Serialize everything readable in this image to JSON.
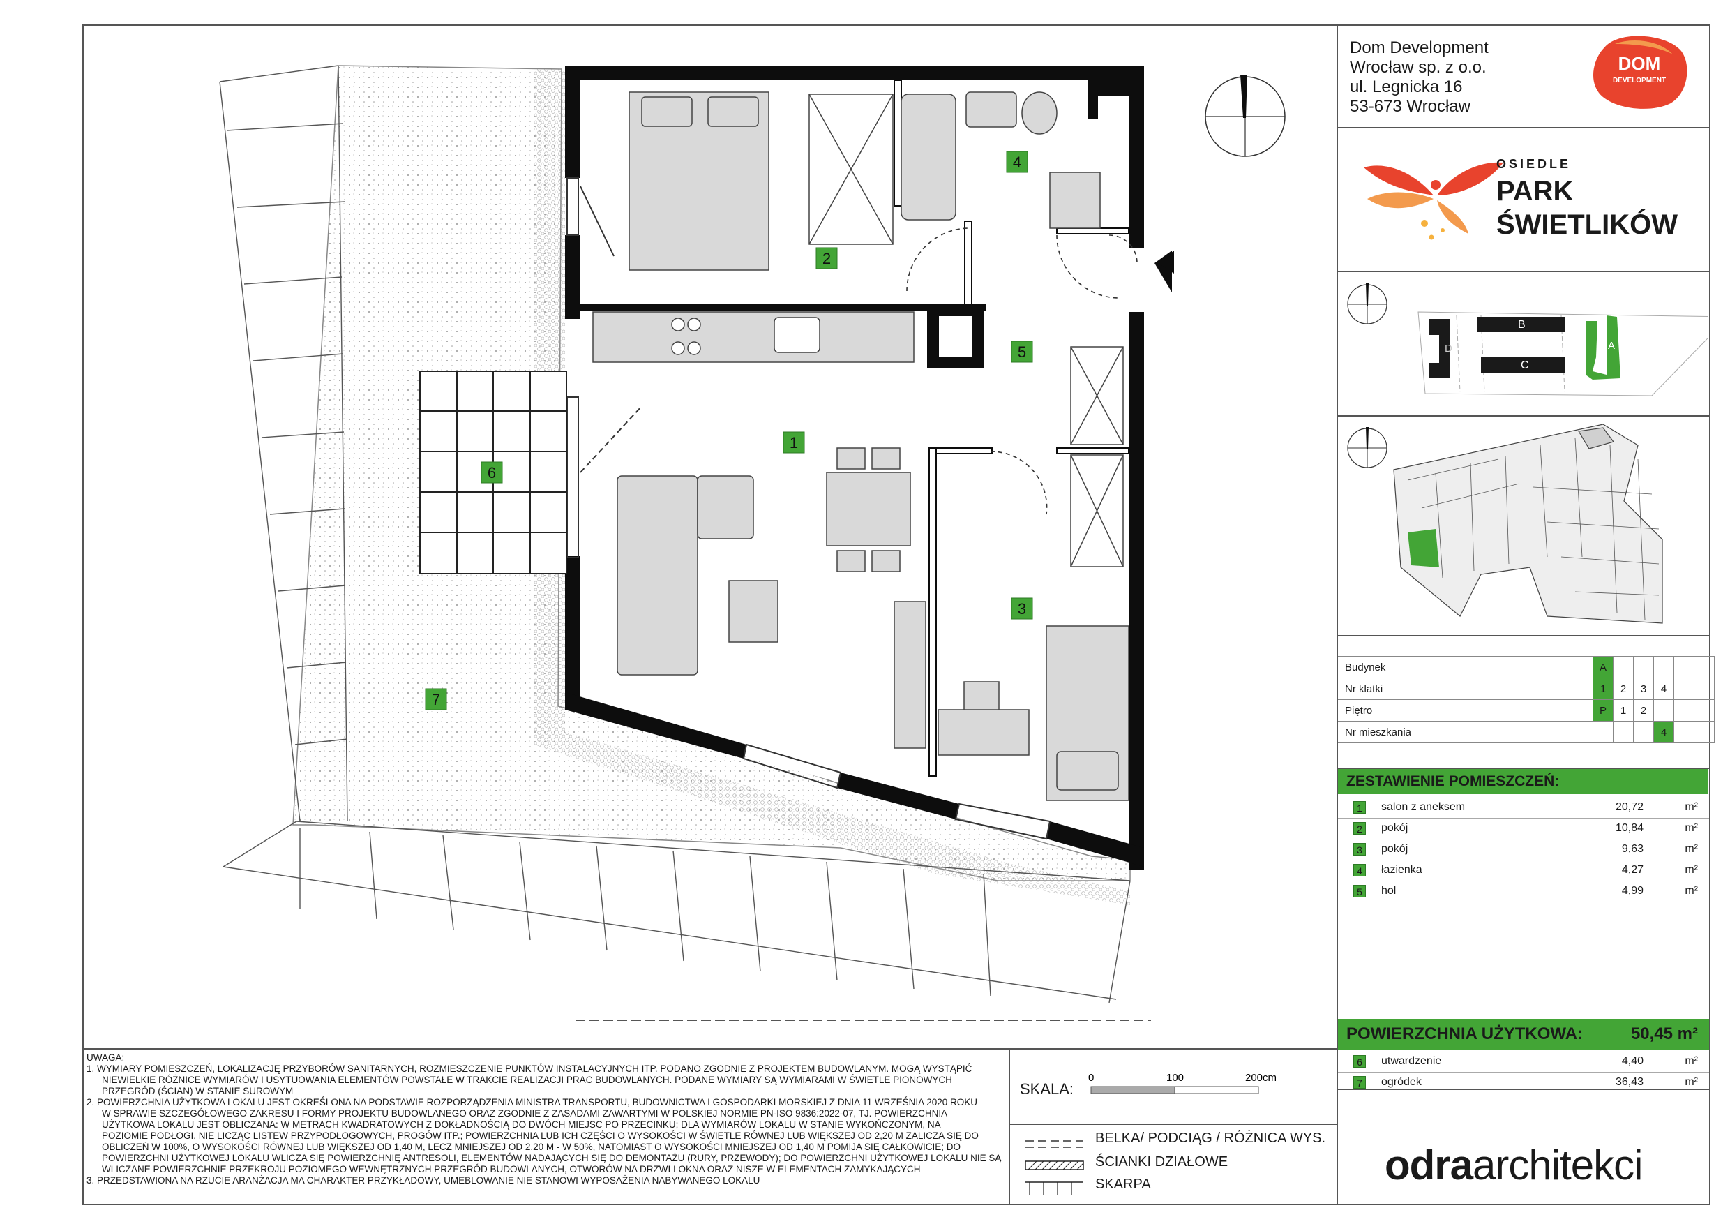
{
  "company": {
    "line1": "Dom Development",
    "line2": "Wrocław sp. z o.o.",
    "line3": "ul. Legnicka 16",
    "line4": "53-673 Wrocław"
  },
  "logo_dom": {
    "text1": "DOM",
    "text2": "DEVELOPMENT",
    "color": "#e8432d"
  },
  "osiedle": {
    "small": "OSIEDLE",
    "line1": "PARK",
    "line2": "ŚWIETLIKÓW",
    "accent": "#e8432d"
  },
  "site_plan": {
    "label_b": "B",
    "label_c": "C",
    "label_d": "D",
    "label_a": "A"
  },
  "info": {
    "rows": [
      {
        "label": "Budynek",
        "cells": [
          "A",
          "",
          "",
          "",
          "",
          ""
        ],
        "active": 0
      },
      {
        "label": "Nr klatki",
        "cells": [
          "1",
          "2",
          "3",
          "4",
          "",
          ""
        ],
        "active": 0
      },
      {
        "label": "Piętro",
        "cells": [
          "P",
          "1",
          "2",
          "",
          "",
          ""
        ],
        "active": 0
      },
      {
        "label": "Nr mieszkania",
        "cells": [
          "",
          "",
          "",
          "4",
          "",
          ""
        ],
        "active": 3
      }
    ]
  },
  "rooms": {
    "heading": "ZESTAWIENIE POMIESZCZEŃ:",
    "unit": "m²",
    "items": [
      {
        "num": "1",
        "name": "salon z aneksem",
        "area": "20,72"
      },
      {
        "num": "2",
        "name": "pokój",
        "area": "10,84"
      },
      {
        "num": "3",
        "name": "pokój",
        "area": "9,63"
      },
      {
        "num": "4",
        "name": "łazienka",
        "area": "4,27"
      },
      {
        "num": "5",
        "name": "hol",
        "area": "4,99"
      }
    ],
    "total_label": "POWIERZCHNIA UŻYTKOWA:",
    "total_value": "50,45 m²",
    "extra": [
      {
        "num": "6",
        "name": "utwardzenie",
        "area": "4,40"
      },
      {
        "num": "7",
        "name": "ogródek",
        "area": "36,43"
      }
    ]
  },
  "plan_tags": [
    "1",
    "2",
    "3",
    "4",
    "5",
    "6",
    "7"
  ],
  "notes": {
    "title": "UWAGA:",
    "n1": "1.  WYMIARY POMIESZCZEŃ, LOKALIZACJĘ PRZYBORÓW SANITARNYCH, ROZMIESZCZENIE PUNKTÓW INSTALACYJNYCH ITP. PODANO ZGODNIE Z PROJEKTEM BUDOWLANYM. MOGĄ WYSTĄPIĆ",
    "n1b": "NIEWIELKIE RÓŻNICE WYMIARÓW I USYTUOWANIA ELEMENTÓW POWSTAŁE W TRAKCIE REALIZACJI PRAC BUDOWLANYCH. PODANE WYMIARY SĄ WYMIARAMI W ŚWIETLE PIONOWYCH",
    "n1c": "PRZEGRÓD (ŚCIAN) W STANIE SUROWYM",
    "n2": "2.  POWIERZCHNIA UŻYTKOWA LOKALU JEST OKREŚLONA NA PODSTAWIE ROZPORZĄDZENIA MINISTRA TRANSPORTU, BUDOWNICTWA I GOSPODARKI MORSKIEJ Z DNIA 11 WRZEŚNIA 2020 ROKU",
    "n2b": "W SPRAWIE SZCZEGÓŁOWEGO ZAKRESU I FORMY PROJEKTU BUDOWLANEGO ORAZ ZGODNIE Z ZASADAMI ZAWARTYMI W POLSKIEJ NORMIE PN-ISO 9836:2022-07, TJ. POWIERZCHNIA",
    "n2c": "UŻYTKOWA LOKALU JEST OBLICZANA: W METRACH KWADRATOWYCH Z DOKŁADNOŚCIĄ DO DWÓCH MIEJSC PO PRZECINKU; DLA WYMIARÓW LOKALU W STANIE WYKOŃCZONYM, NA",
    "n2d": "POZIOMIE PODŁOGI, NIE LICZĄC LISTEW PRZYPODŁOGOWYCH, PROGÓW ITP.; POWIERZCHNIA LUB ICH CZĘŚCI O WYSOKOŚCI W ŚWIETLE RÓWNEJ LUB WIĘKSZEJ OD 2,20 M ZALICZA SIĘ DO",
    "n2e": "OBLICZEŃ W 100%, O WYSOKOŚCI RÓWNEJ LUB WIĘKSZEJ OD 1,40 M, LECZ MNIEJSZEJ OD 2,20 M - W 50%, NATOMIAST O WYSOKOŚCI MNIEJSZEJ OD 1,40 M POMIJA SIĘ CAŁKOWICIE; DO",
    "n2f": "POWIERZCHNI UŻYTKOWEJ LOKALU WLICZA SIĘ POWIERZCHNIĘ ANTRESOLI, ELEMENTÓW NADAJĄCYCH SIĘ DO DEMONTAŻU (RURY, PRZEWODY); DO POWIERZCHNI UŻYTKOWEJ LOKALU NIE SĄ",
    "n2g": "WLICZANE POWIERZCHNIE PRZEKROJU POZIOMEGO WEWNĘTRZNYCH PRZEGRÓD BUDOWLANYCH, OTWORÓW NA DRZWI I OKNA ORAZ NISZE W ELEMENTACH ZAMYKAJĄCYCH",
    "n3": "3.  PRZEDSTAWIONA NA RZUCIE ARANŻACJA MA CHARAKTER PRZYKŁADOWY, UMEBLOWANIE NIE STANOWI WYPOSAŻENIA NABYWANEGO LOKALU"
  },
  "scale": {
    "label": "SKALA:",
    "t0": "0",
    "t1": "100",
    "t2": "200cm"
  },
  "legend": {
    "item1": "BELKA/ PODCIĄG / RÓŻNICA WYS.",
    "item2": "ŚCIANKI DZIAŁOWE",
    "item3": "SKARPA"
  },
  "architect": {
    "bold": "odra",
    "light": "architekci"
  },
  "colors": {
    "green": "#43a536",
    "wall": "#0d0d0d",
    "furniture": "#d9d9d9"
  }
}
